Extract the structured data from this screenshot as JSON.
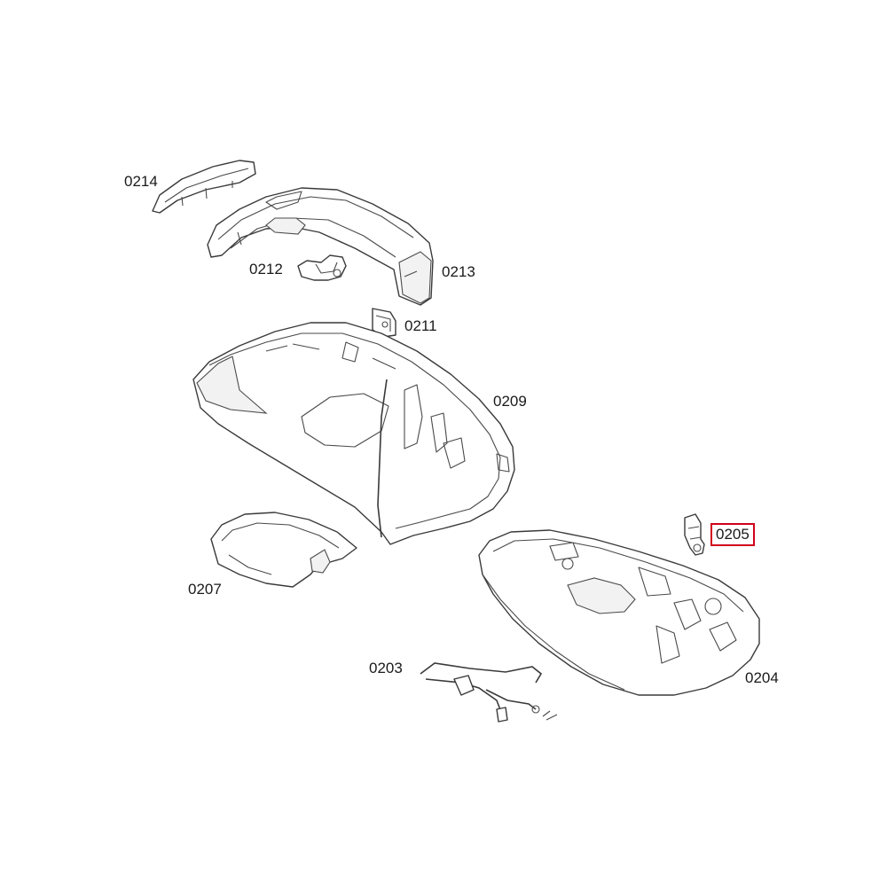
{
  "diagram": {
    "labels": {
      "p0214": "0214",
      "p0212": "0212",
      "p0213": "0213",
      "p0211": "0211",
      "p0209": "0209",
      "p0205": "0205",
      "p0207": "0207",
      "p0204": "0204",
      "p0203": "0203"
    },
    "highlight_color": "#d0021b"
  }
}
